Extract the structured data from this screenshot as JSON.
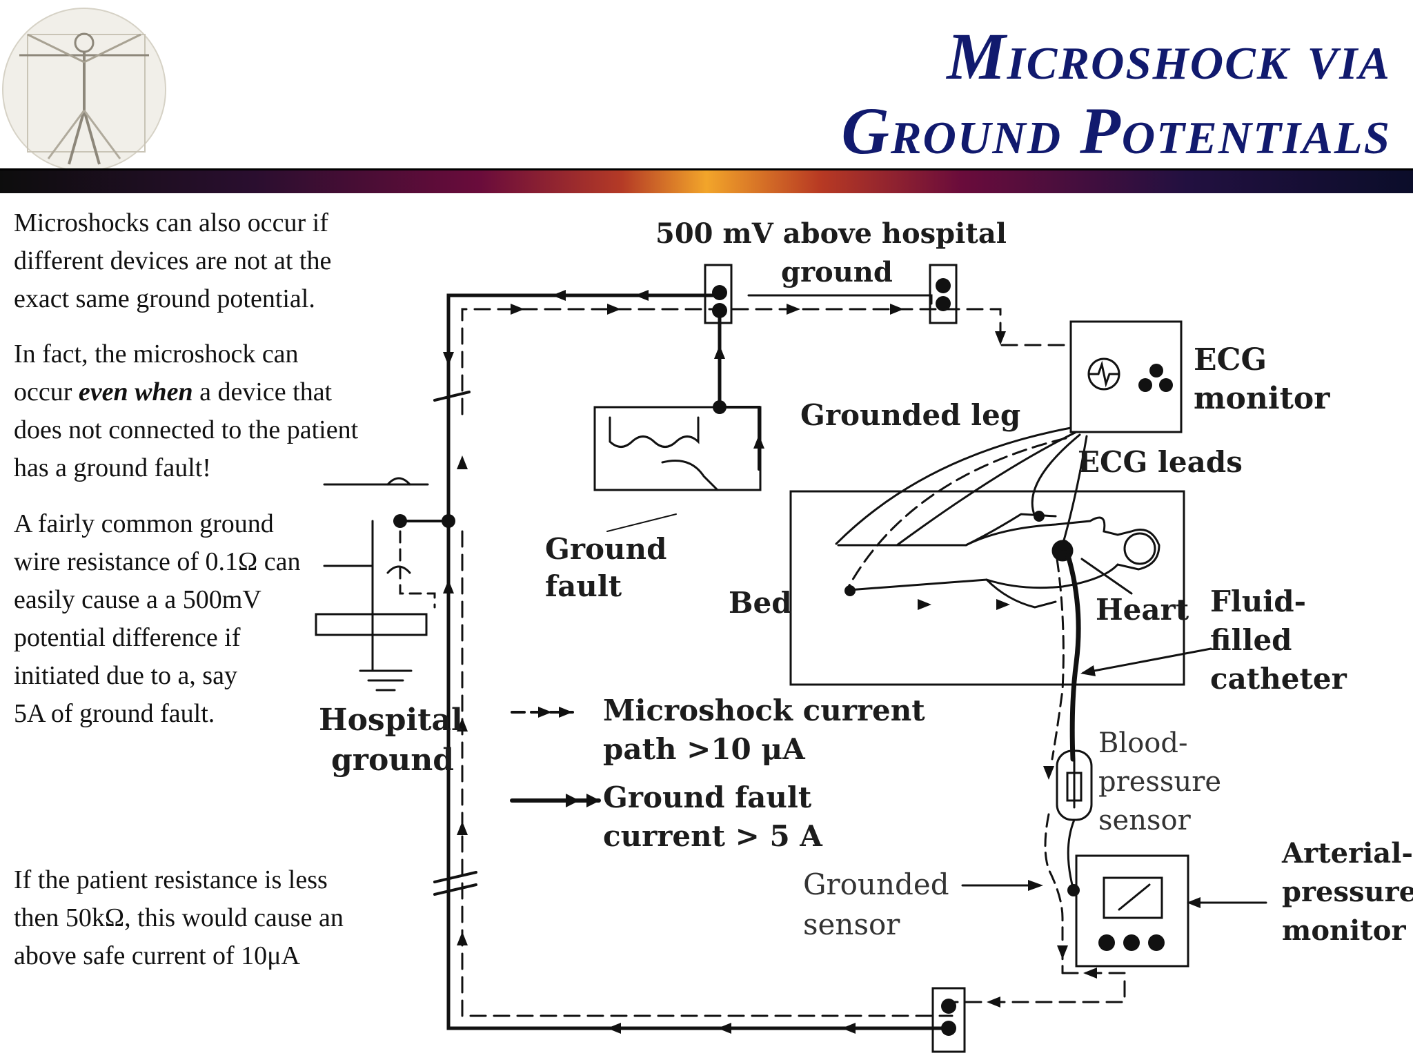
{
  "slide": {
    "title_line1": "Microshock via",
    "title_line2": "Ground Potentials",
    "paragraphs": [
      [
        "Microshocks can also occur if",
        "different devices are not at the",
        "exact same ground potential."
      ],
      [
        "In fact, the microshock can"
      ],
      [
        "does not connected to the patient",
        "has a ground fault!"
      ],
      [
        "A fairly common ground",
        "wire resistance of  0.1Ω can",
        "easily cause a a 500mV",
        "potential difference if",
        "initiated due to a, say",
        "5A of  ground fault."
      ],
      [
        "If  the patient resistance is less",
        "then 50kΩ, this would cause an",
        "above safe current of  10μA"
      ]
    ],
    "emph_line": {
      "pre": "occur ",
      "emph": "even when",
      "post": " a device that"
    }
  },
  "diagram": {
    "labels": {
      "above_ground_1": "500 mV above hospital",
      "above_ground_2": "ground",
      "ecg_monitor_1": "ECG",
      "ecg_monitor_2": "monitor",
      "grounded_leg": "Grounded leg",
      "ecg_leads": "ECG leads",
      "ground_fault_1": "Ground",
      "ground_fault_2": "fault",
      "bed": "Bed",
      "heart": "Heart",
      "fluid_1": "Fluid-",
      "fluid_2": "filled",
      "fluid_3": "catheter",
      "hospital_ground_1": "Hospital",
      "hospital_ground_2": "ground",
      "legend_micro_1": "Microshock current",
      "legend_micro_2": "path >10 μA",
      "legend_fault_1": "Ground fault",
      "legend_fault_2": "current > 5 A",
      "bp_sensor_1": "Blood-",
      "bp_sensor_2": "pressure",
      "bp_sensor_3": "sensor",
      "grounded_sensor_1": "Grounded",
      "grounded_sensor_2": "sensor",
      "arterial_1": "Arterial-",
      "arterial_2": "pressure",
      "arterial_3": "monitor"
    }
  }
}
